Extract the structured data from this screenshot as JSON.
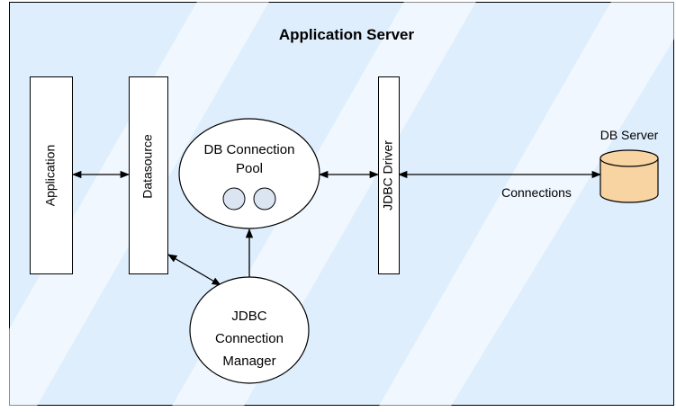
{
  "diagram": {
    "container_title": "Application Server",
    "application_label": "Application",
    "datasource_label": "Datasource",
    "pool_label_line1": "DB Connection",
    "pool_label_line2": "Pool",
    "jdbc_driver_label": "JDBC Driver",
    "manager_label_line1": "JDBC",
    "manager_label_line2": "Connection",
    "manager_label_line3": "Manager",
    "db_server_label": "DB Server",
    "connections_label": "Connections"
  },
  "colors": {
    "container_fill": "#deeefd",
    "box_fill": "#ffffff",
    "stroke": "#000000",
    "database_fill": "#f7d4a1",
    "watermark": "#ffffff"
  }
}
